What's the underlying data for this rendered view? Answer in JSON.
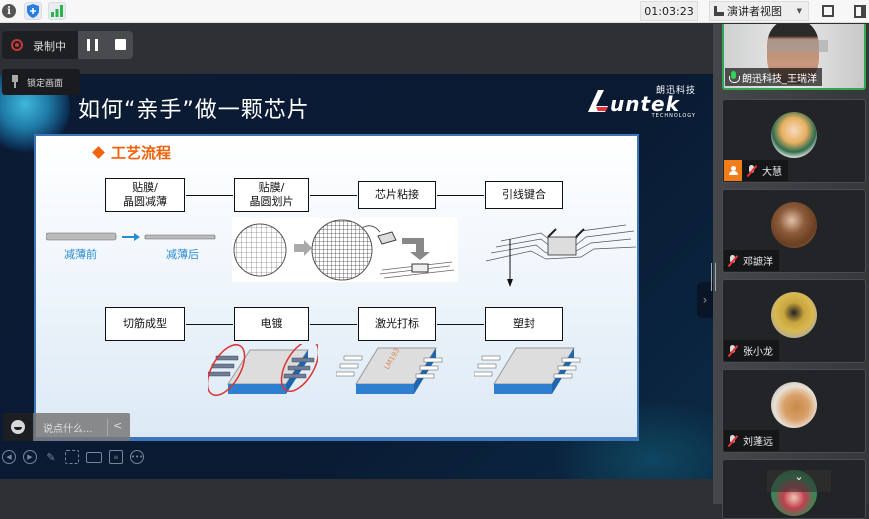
{
  "topbar": {
    "timer": "01:03:23",
    "view_mode": "演讲者视图",
    "icons": [
      "info-icon",
      "shield-icon",
      "signal-icon",
      "fullscreen-icon",
      "panel-icon"
    ]
  },
  "recording": {
    "status": "录制中",
    "pause_icon": "pause-icon",
    "stop_icon": "stop-icon"
  },
  "lock_screen": {
    "label": "锁定画面"
  },
  "slide": {
    "title": "如何“亲手”做一颗芯片",
    "logo": {
      "cn": "朗迅科技",
      "word": "untek",
      "tag": "TECHNOLOGY",
      "accent": "#e8323a"
    },
    "section_title": "工艺流程",
    "accent_color": "#f0620c",
    "row1": [
      "贴膜/\n晶圆减薄",
      "贴膜/\n晶圆划片",
      "芯片粘接",
      "引线键合"
    ],
    "row2": [
      "切筋成型",
      "电镀",
      "激光打标",
      "塑封"
    ],
    "labels": {
      "before": "减薄前",
      "after": "减薄后"
    },
    "chip_marking": "LM193"
  },
  "chat": {
    "placeholder": "说点什么..."
  },
  "toolbar_icons": [
    "prev-icon",
    "next-icon",
    "pen-icon",
    "select-icon",
    "camera-icon",
    "caption-icon",
    "more-icon"
  ],
  "participants": [
    {
      "name": "朗迅科技_王瑞洋",
      "mic": "on",
      "active": true
    },
    {
      "name": "大慧",
      "mic": "off",
      "host": true
    },
    {
      "name": "邓謶洋",
      "mic": "off"
    },
    {
      "name": "张小龙",
      "mic": "off"
    },
    {
      "name": "刘蓬远",
      "mic": "off"
    }
  ]
}
